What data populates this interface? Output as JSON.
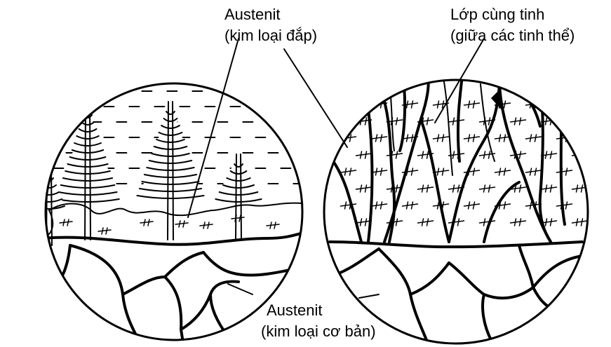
{
  "labels": {
    "weld_line1": "Austenit",
    "weld_line2": "(kim loại đắp)",
    "eutectic_line1": "Lớp cùng tinh",
    "eutectic_line2": "(giữa các tinh thể)",
    "base_line1": "Austenit",
    "base_line2": "(kim loại cơ bản)"
  }
}
